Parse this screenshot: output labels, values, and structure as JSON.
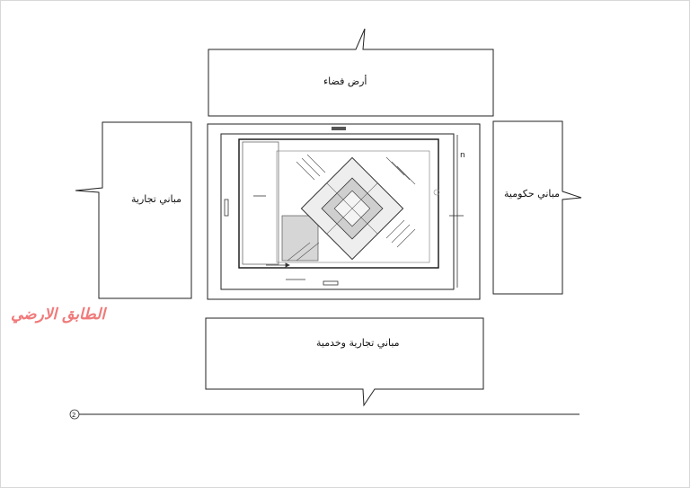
{
  "callouts": {
    "top_label": "أرض فضاء",
    "left_label": "مباني تجارية",
    "right_label": "مباني حكومية",
    "bottom_label": "مباني تجارية وخدمية"
  },
  "sheet_title": "الطابق الارضي",
  "plan": {
    "north_label": "n",
    "section_marker": "2"
  }
}
